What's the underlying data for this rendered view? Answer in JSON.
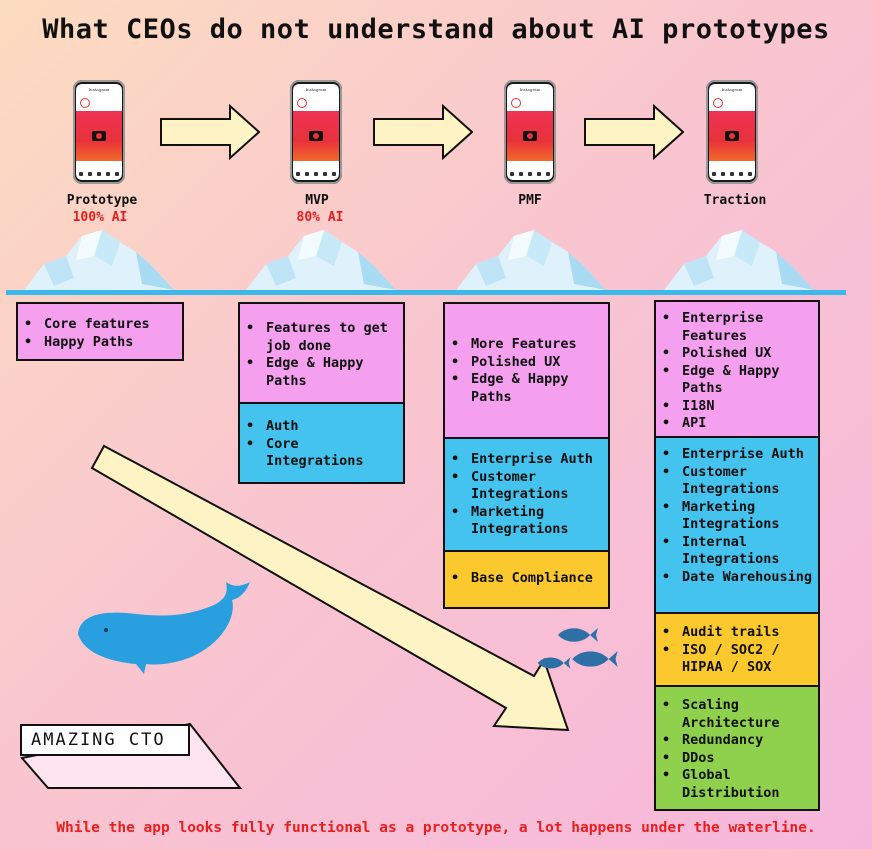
{
  "title": "What CEOs do not understand about AI prototypes",
  "stages": [
    {
      "name": "Prototype",
      "ai": "100% AI"
    },
    {
      "name": "MVP",
      "ai": "80% AI"
    },
    {
      "name": "PMF",
      "ai": ""
    },
    {
      "name": "Traction",
      "ai": ""
    }
  ],
  "phone": {
    "app_name": "Instagram"
  },
  "columns": [
    {
      "boxes": [
        {
          "color": "pink",
          "items": [
            "Core features",
            "Happy Paths"
          ]
        }
      ]
    },
    {
      "boxes": [
        {
          "color": "pink",
          "items": [
            "Features to get job done",
            "Edge & Happy Paths"
          ]
        },
        {
          "color": "blue",
          "items": [
            "Auth",
            "Core Integrations"
          ]
        }
      ]
    },
    {
      "boxes": [
        {
          "color": "pink",
          "items": [
            "More Features",
            "Polished UX",
            "Edge & Happy Paths"
          ]
        },
        {
          "color": "blue",
          "items": [
            "Enterprise Auth",
            "Customer Integrations",
            "Marketing Integrations"
          ]
        },
        {
          "color": "yellow",
          "items": [
            "Base Compliance"
          ]
        }
      ]
    },
    {
      "boxes": [
        {
          "color": "pink",
          "items": [
            "Enterprise Features",
            "Polished UX",
            "Edge & Happy Paths",
            "I18N",
            "API"
          ]
        },
        {
          "color": "blue",
          "items": [
            "Enterprise Auth",
            "Customer Integrations",
            "Marketing Integrations",
            "Internal Integrations",
            "Date Warehousing"
          ]
        },
        {
          "color": "yellow",
          "items": [
            "Audit trails",
            "ISO / SOC2 / HIPAA / SOX"
          ]
        },
        {
          "color": "green",
          "items": [
            "Scaling Architecture",
            "Redundancy",
            "DDos",
            "Global Distribution"
          ]
        }
      ]
    }
  ],
  "cto_label": "AMAZING CTO",
  "footer": "While the app looks fully functional as a prototype, a lot happens under the waterline.",
  "colors": {
    "pink": "#f4a0ef",
    "blue": "#44c3ee",
    "yellow": "#fbc82e",
    "green": "#8fd04c",
    "water": "#3cb8ea",
    "whale": "#2a9fe0",
    "accent_red": "#e52020"
  }
}
